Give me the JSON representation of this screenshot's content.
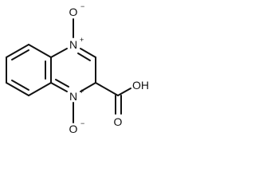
{
  "molecule": {
    "atoms": {
      "o_top": "O",
      "o_top_charge": "−",
      "n_top": "N",
      "n_top_charge": "+",
      "n_bottom": "N",
      "n_bottom_charge": "+",
      "o_bottom": "O",
      "o_bottom_charge": "−",
      "oh": "OH",
      "o_carbonyl": "O"
    }
  }
}
